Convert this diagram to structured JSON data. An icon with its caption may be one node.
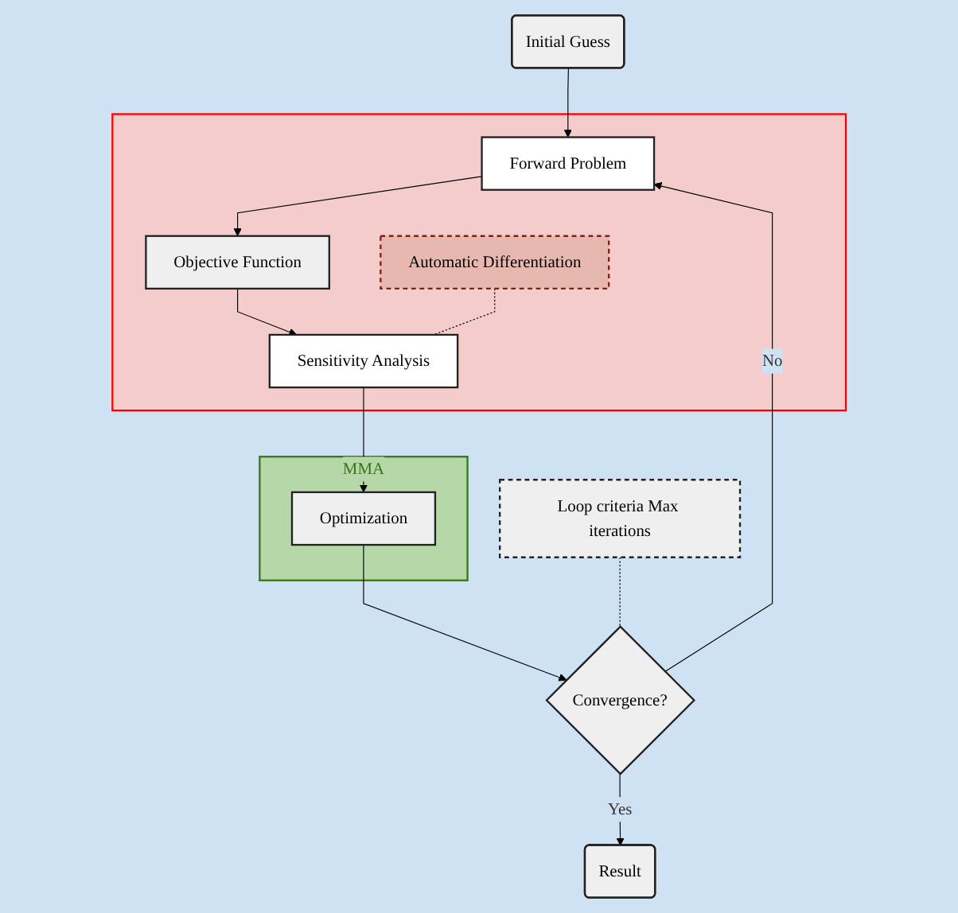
{
  "diagram": {
    "nodes": [
      {
        "text": [
          "Initial Guess"
        ]
      },
      {
        "text": [],
        "shape": "box"
      },
      {
        "text": [
          "Forward Problem"
        ],
        "in": 1
      },
      {
        "text": [
          "Objective Function"
        ],
        "in": 1
      },
      {
        "text": [
          "Automatic Differentiation"
        ],
        "in": 1
      },
      {
        "text": [
          "Sensitivity Analysis"
        ],
        "in": 1
      },
      {
        "text": [
          "MMA"
        ]
      },
      {
        "text": [
          "Optimization"
        ],
        "in": 6
      },
      {
        "text": [
          "Convergence?"
        ]
      },
      {
        "text": [
          "Loop criteria Max iterations"
        ]
      },
      {
        "text": [
          "Result"
        ]
      }
    ],
    "edges": [
      {
        "from": 0,
        "to": 2,
        "arrow": "to"
      },
      {
        "from": 2,
        "to": 3,
        "arrow": "to"
      },
      {
        "from": 3,
        "to": 5,
        "arrow": "to"
      },
      {
        "from": 4,
        "to": 5,
        "arrow": "none",
        "style": "dashed"
      },
      {
        "from": 5,
        "to": 7,
        "arrow": "to"
      },
      {
        "from": 7,
        "to": 8,
        "arrow": "to"
      },
      {
        "from": 8,
        "to": 2,
        "arrow": "to",
        "label": "No"
      },
      {
        "from": 8,
        "to": 10,
        "arrow": "to",
        "label": "Yes"
      },
      {
        "from": 9,
        "to": 8,
        "arrow": "none",
        "style": "dashed"
      }
    ]
  }
}
